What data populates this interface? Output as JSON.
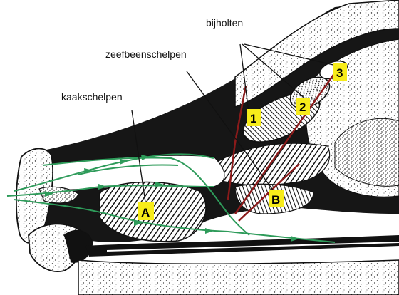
{
  "labels": {
    "bijholten": "bijholten",
    "zeefbeenschelpen": "zeefbeenschelpen",
    "kaakschelpen": "kaakschelpen"
  },
  "markers": [
    "1",
    "2",
    "3",
    "A",
    "B"
  ],
  "colors": {
    "marker_bg": "#f7ec1a",
    "airflow": "#2e9b5a",
    "probe": "#8b1a1a",
    "ink": "#111111"
  }
}
